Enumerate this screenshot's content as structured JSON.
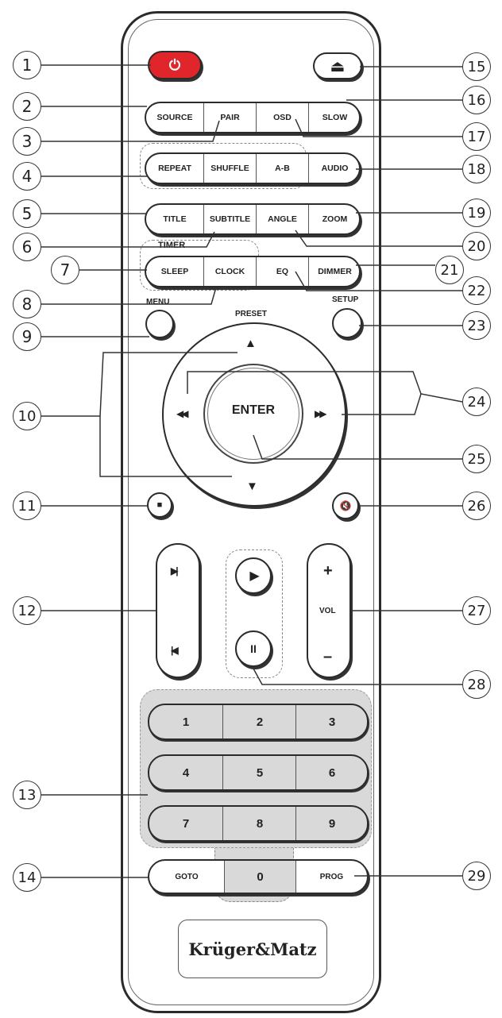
{
  "labels": {
    "source": "SOURCE",
    "pair": "PAIR",
    "osd": "OSD",
    "slow": "SLOW",
    "repeat": "REPEAT",
    "shuffle": "SHUFFLE",
    "ab": "A-B",
    "audio": "AUDIO",
    "title": "TITLE",
    "subtitle": "SUBTITLE",
    "angle": "ANGLE",
    "zoom": "ZOOM",
    "timer": "TIMER",
    "sleep": "SLEEP",
    "clock": "CLOCK",
    "eq": "EQ",
    "dimmer": "DIMMER",
    "menu": "MENU",
    "setup": "SETUP",
    "preset": "PRESET",
    "enter": "ENTER",
    "vol": "VOL",
    "vol_plus": "+",
    "vol_minus": "–",
    "goto": "GOTO",
    "zero": "0",
    "prog": "PROG",
    "digits": [
      "1",
      "2",
      "3",
      "4",
      "5",
      "6",
      "7",
      "8",
      "9"
    ]
  },
  "glyphs": {
    "power": "⏻",
    "eject": "⏏",
    "up": "▲",
    "down": "▼",
    "rewind": "◀◀",
    "forward": "▶▶",
    "stop": "■",
    "mute": "🔇",
    "next": "▶|",
    "prev": "|◀",
    "play": "▶",
    "pause": "II"
  },
  "callouts": [
    "1",
    "2",
    "3",
    "4",
    "5",
    "6",
    "7",
    "8",
    "9",
    "10",
    "11",
    "12",
    "13",
    "14",
    "15",
    "16",
    "17",
    "18",
    "19",
    "20",
    "21",
    "22",
    "23",
    "24",
    "25",
    "26",
    "27",
    "28",
    "29"
  ],
  "logo": "Krüger&Matz",
  "colors": {
    "power_button": "#e0262a",
    "numpad_fill": "#d9d9d9",
    "outline": "#2b2b2b"
  }
}
